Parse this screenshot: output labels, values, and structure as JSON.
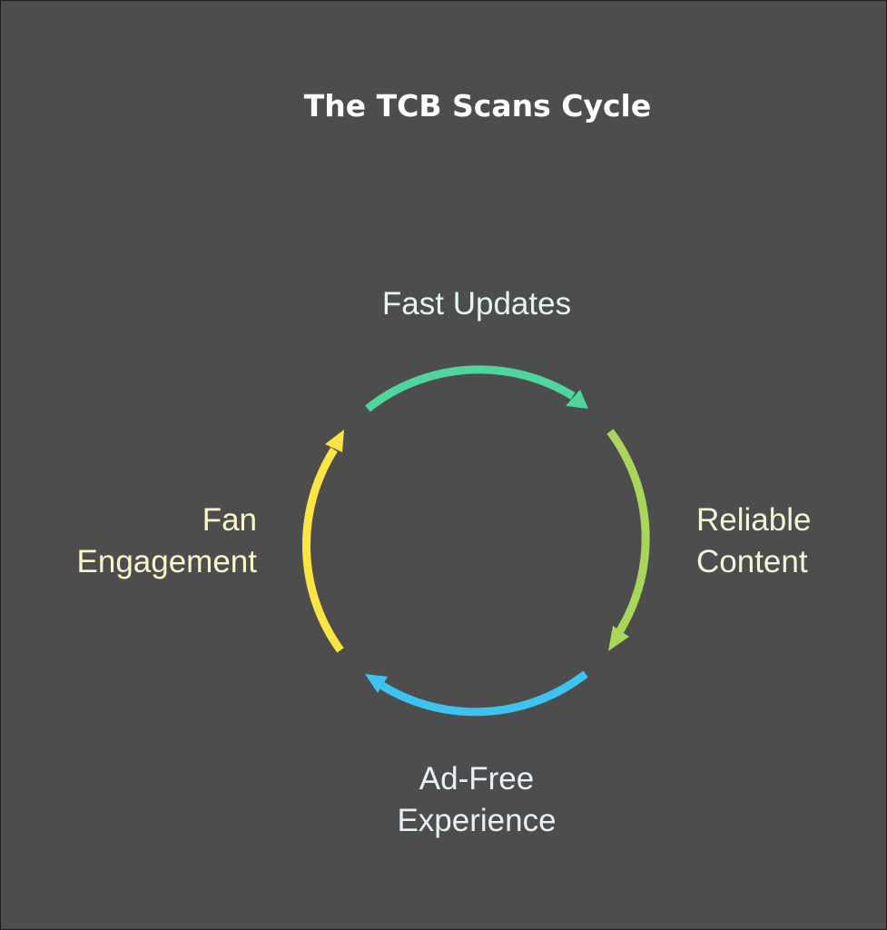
{
  "title": "The TCB Scans Cycle",
  "stages": [
    {
      "line1": "Fast Updates",
      "line2": "",
      "color": "#4fd69c"
    },
    {
      "line1": "Reliable",
      "line2": "Content",
      "color": "#a7d65b"
    },
    {
      "line1": "Ad-Free",
      "line2": "Experience",
      "color": "#3cc3ef"
    },
    {
      "line1": "Fan",
      "line2": "Engagement",
      "color": "#fbe443"
    }
  ],
  "background": "#4d4d4d"
}
